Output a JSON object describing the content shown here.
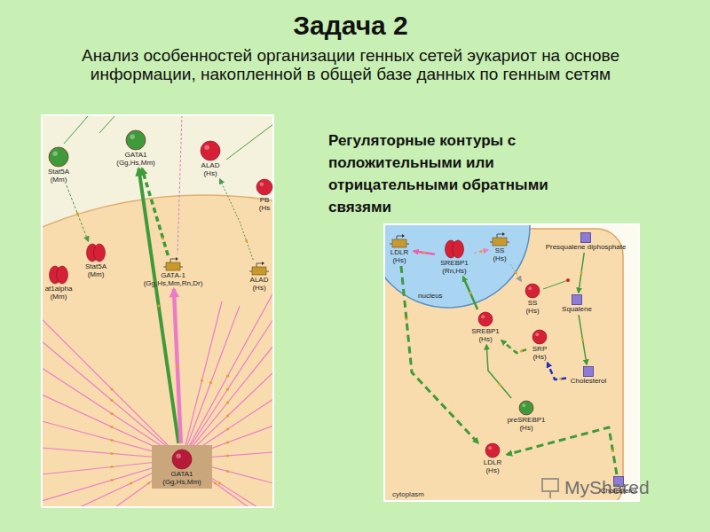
{
  "diagram": {
    "title": "Задача 2",
    "nodes": [
      {
        "text": [
          "Stat5A (Mm)"
        ]
      },
      {
        "text": [
          "GATA1 (Gg,Hs,Mm)"
        ]
      },
      {
        "text": [
          "ALAD (Hs)"
        ]
      },
      {
        "text": [
          "PB (Hs"
        ]
      },
      {
        "text": [
          "Stat5A (Mm)"
        ]
      },
      {
        "text": [
          "GATA-1 (Gg,Hs,Mm,Rn,Dr)"
        ]
      },
      {
        "text": [
          "ALAD (Hs)"
        ]
      },
      {
        "text": [
          "at1alpha (Mm)"
        ]
      },
      {
        "text": [
          "GATA1 (Gg,Hs,Mm)"
        ]
      },
      {
        "text": [
          "nucleus"
        ]
      },
      {
        "text": [
          "LDLR (Hs)"
        ],
        "in": 9
      },
      {
        "text": [
          "SREBP1 (Rn,Hs)"
        ],
        "in": 9
      },
      {
        "text": [
          "SS (Hs)"
        ],
        "in": 9
      },
      {
        "text": [
          "Presqualene diphosphate"
        ]
      },
      {
        "text": [
          "SS (Hs)"
        ]
      },
      {
        "text": [
          "Squalene"
        ]
      },
      {
        "text": [
          "SREBP1 (Hs)"
        ]
      },
      {
        "text": [
          "SRP (Hs)"
        ]
      },
      {
        "text": [
          "Cholesterol"
        ]
      },
      {
        "text": [
          "preSREBP1 (Hs)"
        ]
      },
      {
        "text": [
          "LDLR (Hs)"
        ]
      },
      {
        "text": [
          "Cholesterol"
        ]
      }
    ],
    "edges": [
      {
        "from": 0,
        "to": 4,
        "arrow": "to"
      },
      {
        "from": 8,
        "to": 1,
        "arrow": "to"
      },
      {
        "from": 5,
        "to": 1,
        "arrow": "to"
      },
      {
        "from": 8,
        "to": 5,
        "arrow": "to"
      },
      {
        "from": 6,
        "to": 2,
        "arrow": "to"
      },
      {
        "from": 11,
        "to": 10,
        "arrow": "to"
      },
      {
        "from": 11,
        "to": 12,
        "arrow": "to"
      },
      {
        "from": 12,
        "to": 14,
        "arrow": "to"
      },
      {
        "from": 13,
        "to": 15,
        "arrow": "to"
      },
      {
        "from": 15,
        "to": 18,
        "arrow": "to"
      },
      {
        "from": 16,
        "to": 11,
        "arrow": "to"
      },
      {
        "from": 10,
        "to": 20,
        "arrow": "to"
      },
      {
        "from": 21,
        "to": 20,
        "arrow": "to"
      },
      {
        "from": 18,
        "to": 17,
        "arrow": "to"
      },
      {
        "from": 17,
        "to": 16,
        "arrow": "to"
      },
      {
        "from": 19,
        "to": 16,
        "arrow": "to"
      }
    ],
    "labels": [
      "Анализ особенностей организации генных сетей эукариот на основе информации, накопленной в общей базе данных по генным сетям",
      "Регуляторные контуры с положительными или отрицательными обратными связями",
      "cytoplasm",
      "MyShared"
    ]
  }
}
